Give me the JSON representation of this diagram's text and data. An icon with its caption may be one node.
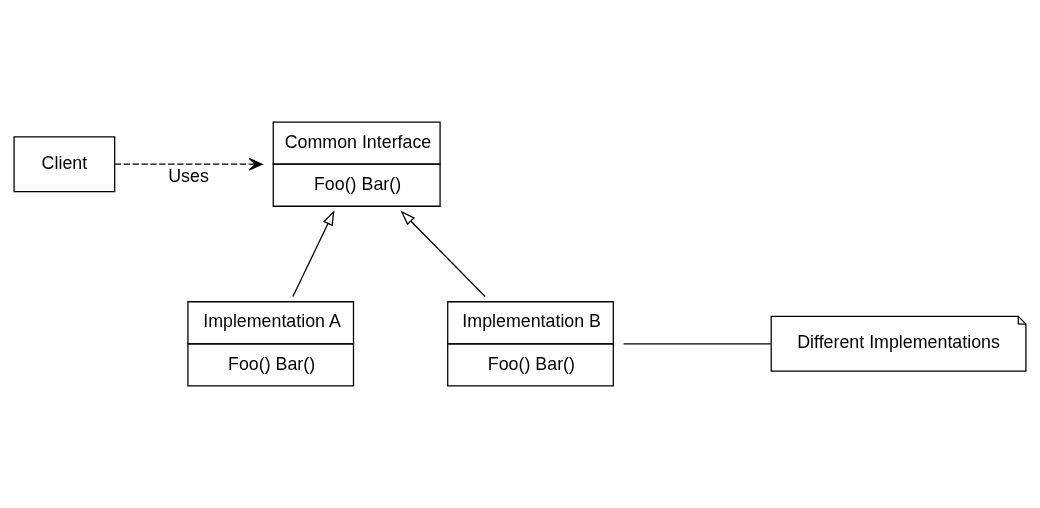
{
  "diagram": {
    "nodes": [
      {
        "text": [
          "Client"
        ]
      },
      {
        "text": [
          "Common Interface",
          "Foo() Bar()"
        ]
      },
      {
        "text": [
          "Implementation A",
          "Foo() Bar()"
        ]
      },
      {
        "text": [
          "Implementation B",
          "Foo() Bar()"
        ]
      },
      {
        "text": [
          "Different Implementations"
        ]
      }
    ],
    "edges": [
      {
        "from": 0,
        "to": 1,
        "arrow": "to",
        "label": "Uses",
        "style": "dashed"
      },
      {
        "from": 2,
        "to": 1,
        "arrow": "to"
      },
      {
        "from": 3,
        "to": 1,
        "arrow": "to"
      },
      {
        "from": 4,
        "to": 3,
        "arrow": "none"
      }
    ]
  }
}
